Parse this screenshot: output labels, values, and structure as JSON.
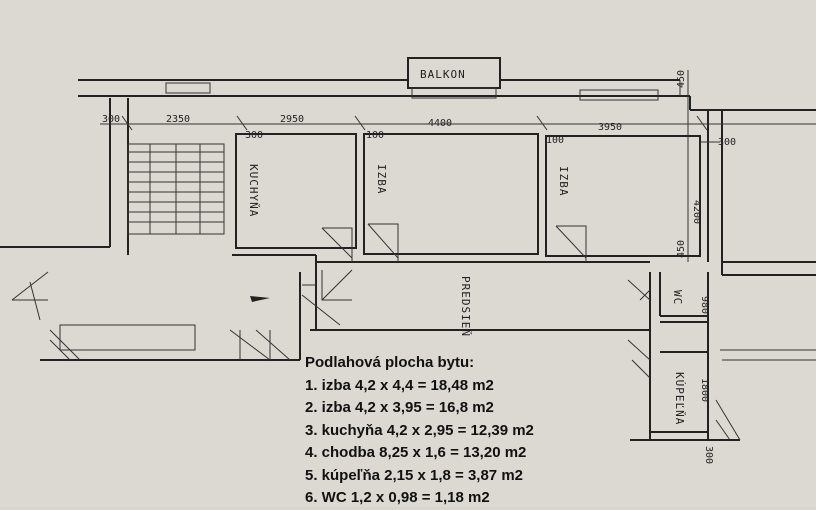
{
  "plan": {
    "labels": {
      "balcony": "BALKON",
      "kitchen": "KUCHYŇA",
      "room_a": "IZBA",
      "room_b": "IZBA",
      "hall": "PREDSIEŇ",
      "wc": "WC",
      "bathroom": "KÚPEĽŇA"
    },
    "dimensions": {
      "left_wall": "300",
      "stair_width": "2350",
      "kitchen_wall": "300",
      "kitchen_width": "2950",
      "wall_1": "100",
      "room_a_width": "4400",
      "wall_2": "100",
      "room_b_width": "3950",
      "right_wall": "300",
      "room_depth": "4200",
      "top_wall": "450",
      "middle_wall": "450",
      "wc_depth": "980",
      "bath_depth": "1800",
      "bottom_wall": "300"
    }
  },
  "note": {
    "title": "Podlahová plocha bytu:",
    "lines": [
      "1. izba 4,2 x 4,4 = 18,48 m2",
      "2. izba 4,2 x 3,95 = 16,8 m2",
      "3. kuchyňa 4,2 x 2,95 = 12,39 m2",
      "4. chodba 8,25 x 1,6 = 13,20 m2",
      "5. kúpeľňa 2,15 x 1,8 = 3,87 m2",
      "6. WC 1,2 x 0,98 = 1,18 m2"
    ]
  }
}
